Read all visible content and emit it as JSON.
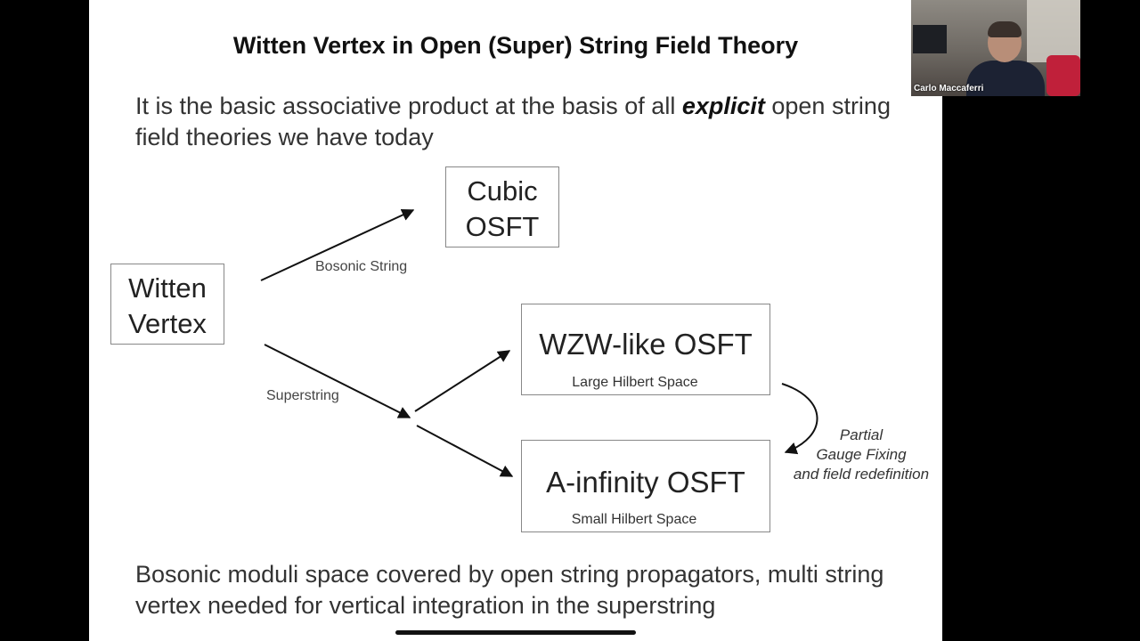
{
  "slide": {
    "title": "Witten Vertex in Open (Super) String Field Theory",
    "intro_before": "It is the basic associative product at the basis of all ",
    "intro_emphasis": "explicit",
    "intro_after": " open string field theories we have today",
    "footer": "Bosonic moduli space covered by open string propagators, multi string vertex needed for vertical integration in the superstring"
  },
  "diagram": {
    "nodes": {
      "witten": {
        "line1": "Witten",
        "line2": "Vertex"
      },
      "cubic": {
        "line1": "Cubic",
        "line2": "OSFT"
      },
      "wzw": {
        "title": "WZW-like OSFT",
        "subtitle": "Large Hilbert Space"
      },
      "ainf": {
        "title": "A-infinity OSFT",
        "subtitle": "Small Hilbert Space"
      }
    },
    "edges": {
      "bosonic": "Bosonic String",
      "superstring": "Superstring"
    },
    "note": {
      "line1": "Partial",
      "line2": "Gauge Fixing",
      "line3": "and field redefinition"
    }
  },
  "video": {
    "participant_name": "Carlo Maccaferri"
  }
}
